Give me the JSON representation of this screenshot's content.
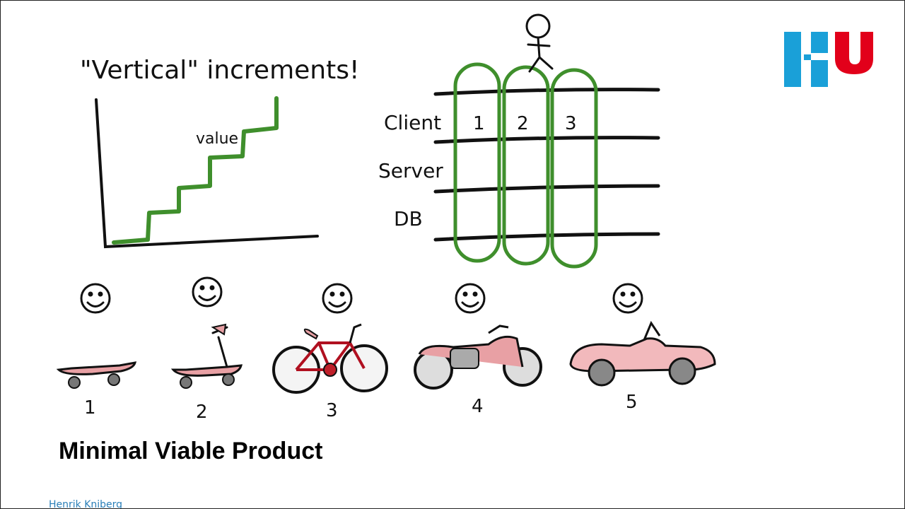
{
  "slide": {
    "heading": "\"Vertical\" increments!",
    "value_label": "value",
    "layers": [
      "Client",
      "Server",
      "DB"
    ],
    "slices": [
      "1",
      "2",
      "3"
    ],
    "vehicles": [
      {
        "number": "1",
        "kind": "skateboard"
      },
      {
        "number": "2",
        "kind": "scooter"
      },
      {
        "number": "3",
        "kind": "bicycle"
      },
      {
        "number": "4",
        "kind": "motorcycle"
      },
      {
        "number": "5",
        "kind": "car"
      }
    ],
    "title": "Minimal Viable Product",
    "credit": "Henrik Kniberg",
    "logo_text": "HHU"
  },
  "colors": {
    "green": "#3f8f2c",
    "logo_blue": "#1aa0d8",
    "logo_red": "#e2001a",
    "vehicle_pink": "#e8a0a4"
  }
}
